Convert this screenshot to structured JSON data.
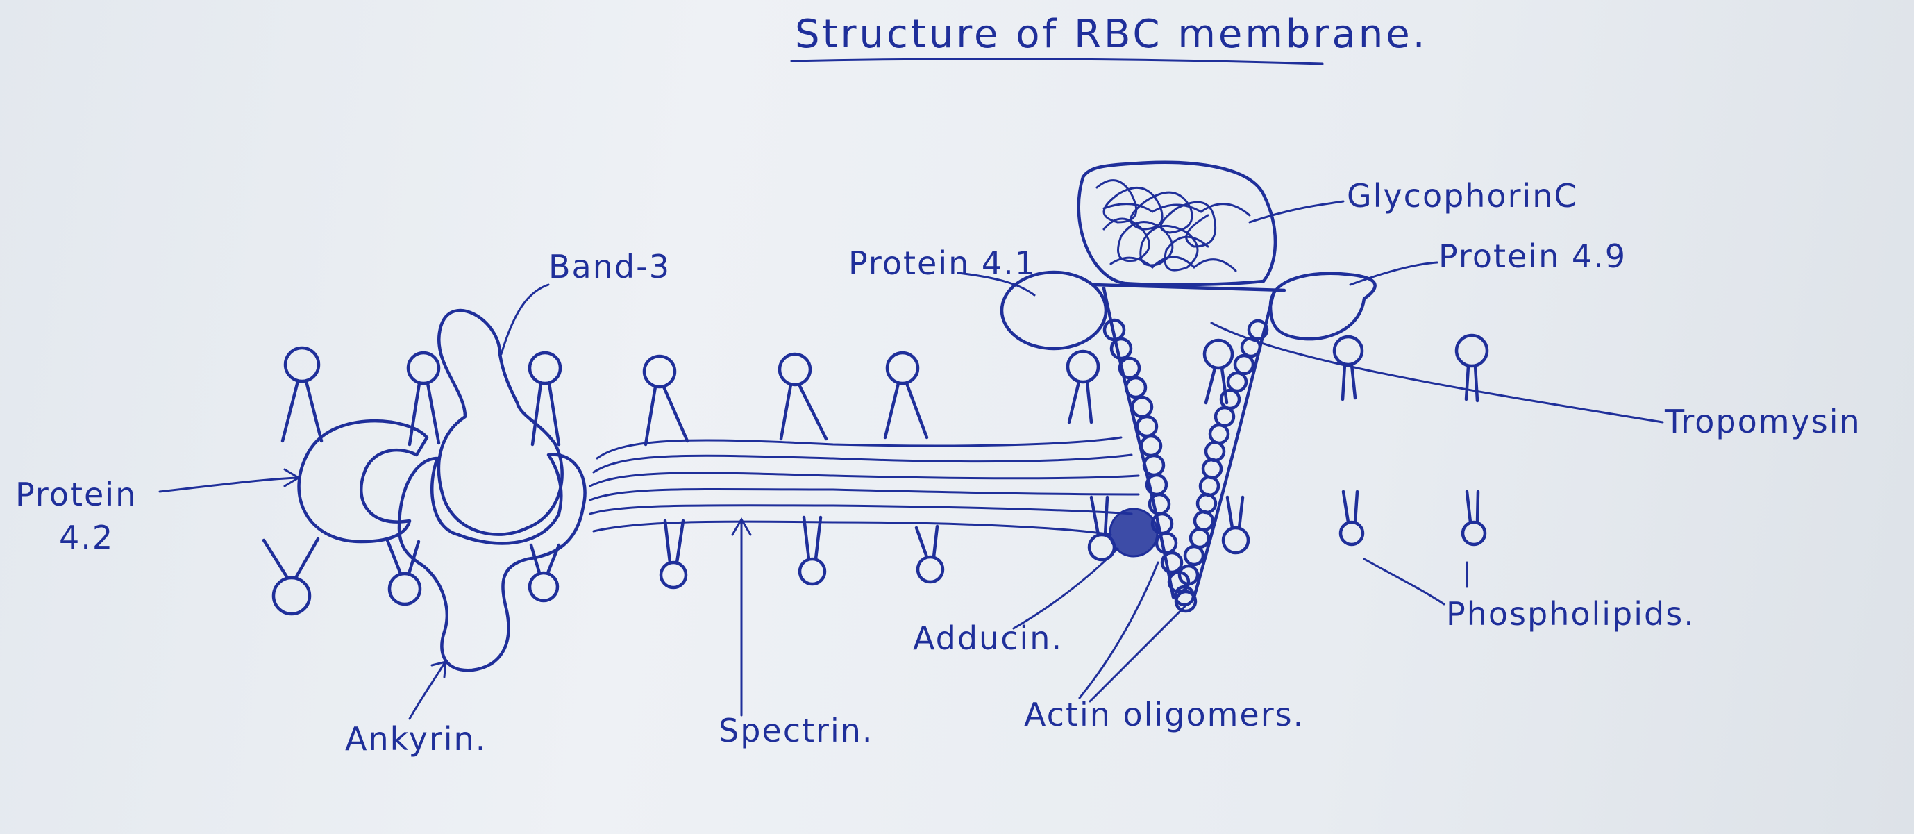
{
  "diagram": {
    "title": "Structure of RBC membrane.",
    "labels": {
      "band3": "Band-3",
      "protein_4_1": "Protein 4.1",
      "glycophorin_c": "GlycophorinC",
      "protein_4_9": "Protein 4.9",
      "tropomysin": "Tropomysin",
      "protein_4_2_line1": "Protein",
      "protein_4_2_line2": "4.2",
      "ankyrin": "Ankyrin.",
      "spectrin": "Spectrin.",
      "adducin": "Adducin.",
      "actin_oligomers": "Actin oligomers.",
      "phospholipids": "Phospholipids."
    },
    "ink_color": "#1f2f9a",
    "paper_color": "#e9edf2"
  }
}
